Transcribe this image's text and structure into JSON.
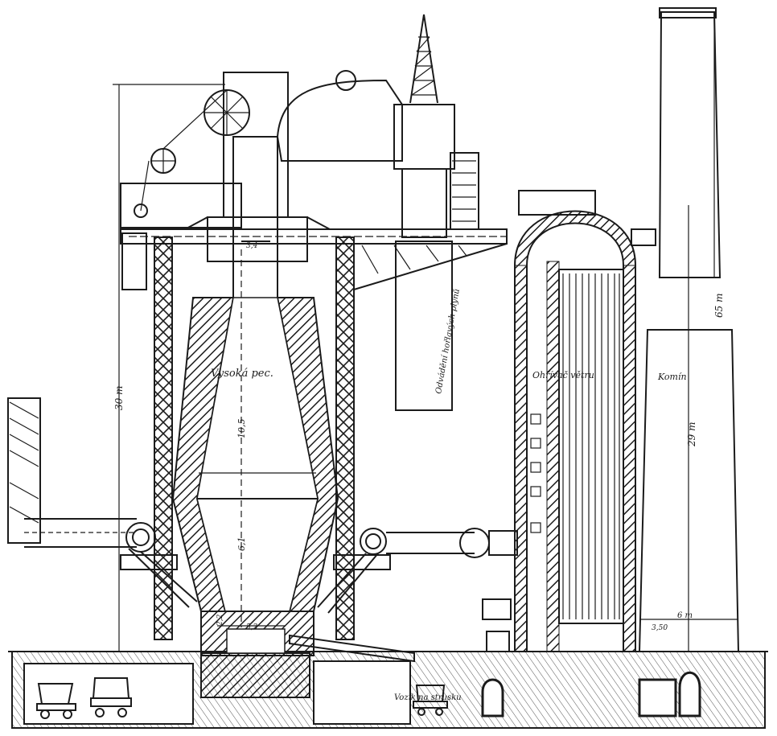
{
  "labels": {
    "furnace": "Vysoká pec.",
    "heater": "Ohřívač větru",
    "chimney": "Komín",
    "gas_duct": "Odvádění hořlavých plynů",
    "slag_car": "Vozík na strusku"
  },
  "dimensions": {
    "total_height": "30 m",
    "chimney_total": "65 m",
    "chimney_lower": "29 m",
    "shaft": "10,5",
    "bosh": "6,1",
    "hearth": "2,2",
    "top_width": "3,4",
    "hearth_width": "5,2",
    "heater_width": "6 m",
    "base": "3,50"
  }
}
